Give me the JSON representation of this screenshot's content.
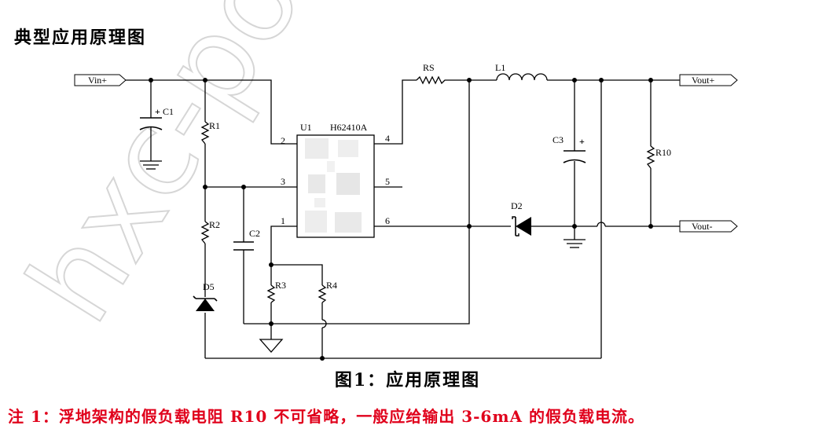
{
  "title": "典型应用原理图",
  "caption": "图1：应用原理图",
  "note": "注 1：浮地架构的假负载电阻 R10 不可省略，一般应给输出 3-6mA 的假负载电流。",
  "watermark": "hxc-pow",
  "colors": {
    "note": "#e0001b",
    "wire": "#000000",
    "watermark": "#d9d9d9"
  },
  "ports": {
    "vin_plus": "Vin+",
    "vout_plus": "Vout+",
    "vout_minus": "Vout-"
  },
  "ic": {
    "designator": "U1",
    "part": "H62410A",
    "pins": {
      "p1": "1",
      "p2": "2",
      "p3": "3",
      "p4": "4",
      "p5": "5",
      "p6": "6"
    }
  },
  "components": {
    "c1": "C1",
    "c1_pol": "+",
    "c2": "C2",
    "c3": "C3",
    "c3_pol": "+",
    "r1": "R1",
    "r2": "R2",
    "r3": "R3",
    "r4": "R4",
    "r10": "R10",
    "rs": "RS",
    "l1": "L1",
    "d2": "D2",
    "d5": "D5"
  }
}
